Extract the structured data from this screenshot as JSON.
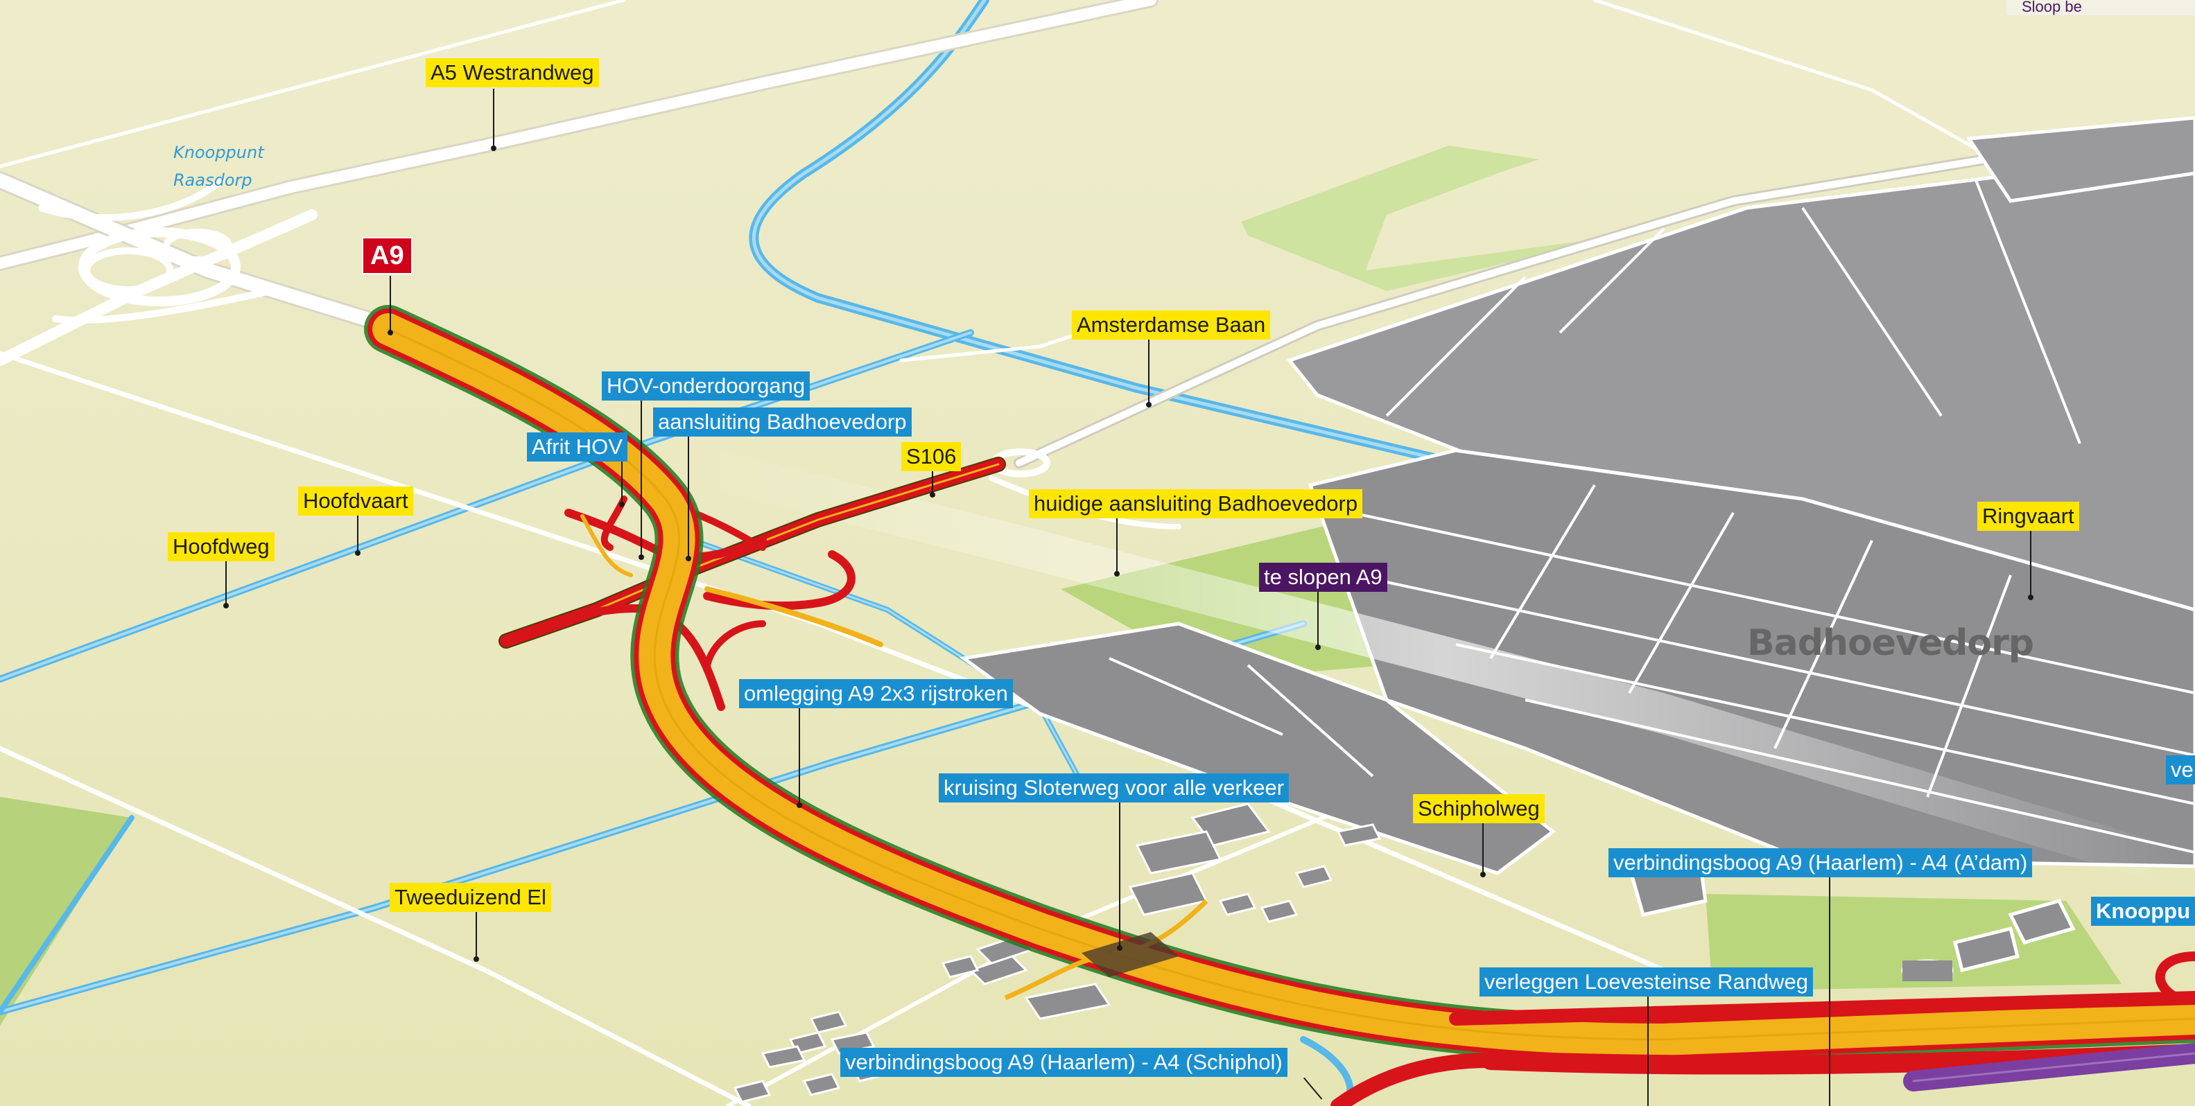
{
  "map": {
    "labels": {
      "a5_westrandweg": "A5 Westrandweg",
      "knooppunt_raasdorp_line1": "Knooppunt",
      "knooppunt_raasdorp_line2": "Raasdorp",
      "a9": "A9",
      "amsterdamse_baan": "Amsterdamse Baan",
      "hov_onderdoorgang": "HOV-onderdoorgang",
      "aansluiting_badhoevedorp": "aansluiting Badhoevedorp",
      "afrit_hov": "Afrit HOV",
      "s106": "S106",
      "hoofdvaart": "Hoofdvaart",
      "hoofdweg": "Hoofdweg",
      "huidige_aansluiting": "huidige aansluiting Badhoevedorp",
      "te_slopen_a9": "te slopen A9",
      "ringvaart": "Ringvaart",
      "badhoevedorp": "Badhoevedorp",
      "omlegging": "omlegging A9 2x3 rijstroken",
      "kruising_sloterweg": "kruising Sloterweg voor alle verkeer",
      "schipholweg": "Schipholweg",
      "verbindingsboog_adam": "verbindingsboog A9 (Haarlem) - A4 (A’dam)",
      "ve_partial": "ve",
      "knooppunt_partial": "Knooppu",
      "tweeduizend_el": "Tweeduizend El",
      "verleggen_loevesteinse": "verleggen Loevesteinse Randweg",
      "verbindingsboog_schiphol": "verbindingsboog A9 (Haarlem) - A4 (Schiphol)",
      "sloop_partial": "Sloop be"
    },
    "colors": {
      "background": "#ecebc4",
      "yellow_label": "#ffe600",
      "blue_label": "#1a8fd0",
      "purple_label": "#4b1563",
      "red_label": "#d0021b",
      "motorway_orange": "#f2b21a",
      "motorway_red": "#d7141a",
      "water": "#58b8e8",
      "built_area": "#9a9a9c",
      "grass": "#b9d67c"
    }
  }
}
